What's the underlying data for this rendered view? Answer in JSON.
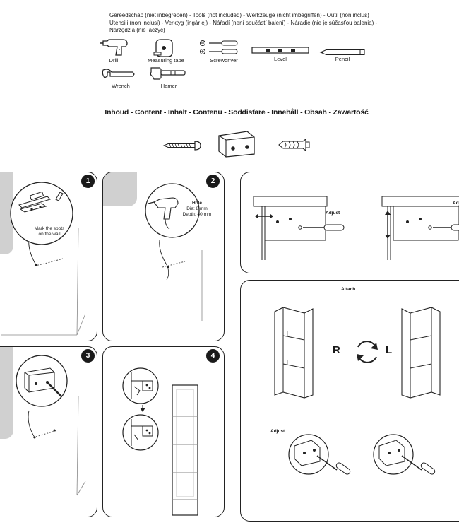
{
  "tools_header": {
    "line1": "Gereedschap (niet inbegrepen) - Tools (not included) -  Werkzeuge (nicht imbegriffen) - Outil (non inclus)",
    "line2": "Utensili (non inclusi) - Verktyg (ingår ej) - Náŕadí (není součástí balení) - Náradie (nie je súčasťou balenia) -",
    "line3": "Narzędzia (nie laczyc)"
  },
  "tools": [
    {
      "label": "Drill",
      "icon": "drill-icon"
    },
    {
      "label": "Measuring tape",
      "icon": "measuring-tape-icon"
    },
    {
      "label": "Screwdriver",
      "icon": "screwdriver-icon"
    },
    {
      "label": "Level",
      "icon": "level-icon"
    },
    {
      "label": "Pencil",
      "icon": "pencil-icon"
    },
    {
      "label": "Wrench",
      "icon": "wrench-icon"
    },
    {
      "label": "Hamer",
      "icon": "hammer-icon"
    }
  ],
  "content_title": "Inhoud - Content - Inhalt - Contenu - Soddisfare - Innehåll - Obsah - Zawartość",
  "content_items": [
    "screw-icon",
    "bracket-icon",
    "wall-plug-icon"
  ],
  "steps": [
    {
      "number": "1",
      "callout": "Mark the spots\non the wall"
    },
    {
      "number": "2",
      "callout_title": "Hole",
      "callout_dia": "Dia: 8 mm",
      "callout_depth": "Depth: 40 mm"
    },
    {
      "number": "3"
    },
    {
      "number": "4"
    }
  ],
  "adjust_panel": {
    "label_left": "Adjust",
    "label_right": "Adj"
  },
  "attach_panel": {
    "title": "Attach",
    "right_letter": "R",
    "left_letter": "L",
    "adjust_label": "Adjust"
  }
}
